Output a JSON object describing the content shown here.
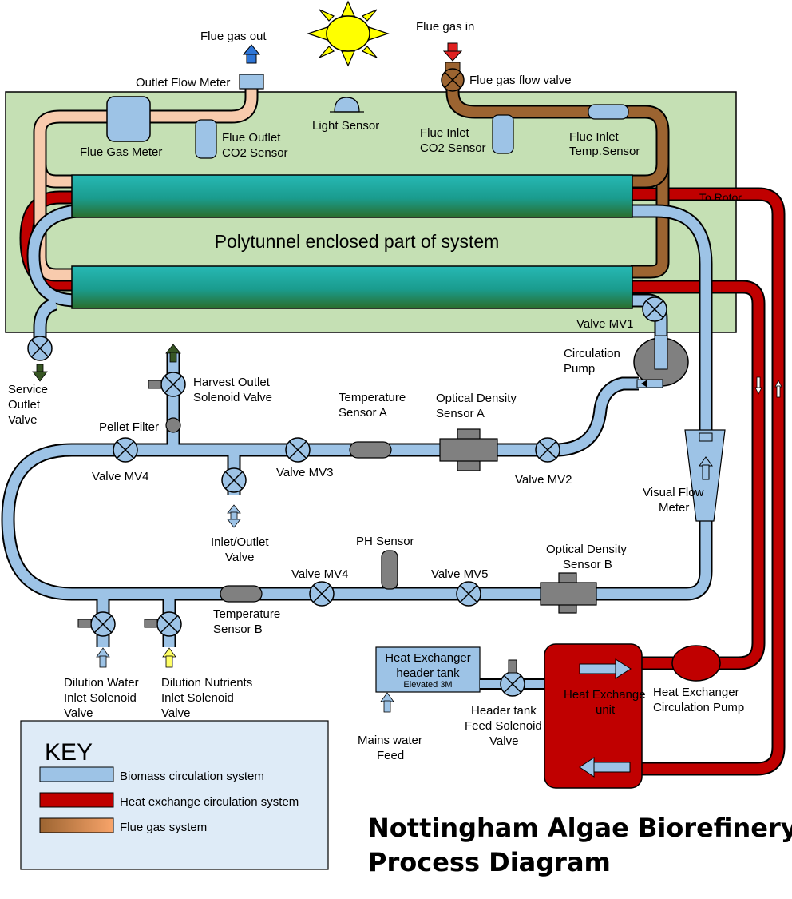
{
  "title": {
    "line1": "Nottingham Algae Biorefinery",
    "line2": "Process Diagram"
  },
  "polytunnel": {
    "label": "Polytunnel enclosed part of system"
  },
  "flue": {
    "gas_out": "Flue gas out",
    "gas_in": "Flue gas in",
    "flow_valve": "Flue gas flow valve",
    "outlet_flow_meter": "Outlet Flow Meter",
    "gas_meter": "Flue Gas Meter",
    "outlet_co2": [
      "Flue Outlet",
      "CO2 Sensor"
    ],
    "inlet_co2": [
      "Flue Inlet",
      "CO2 Sensor"
    ],
    "inlet_temp": [
      "Flue Inlet",
      "Temp.Sensor"
    ],
    "light_sensor": "Light Sensor",
    "to_rotor": "To Rotor"
  },
  "biomass": {
    "valve_mv1": "Valve MV1",
    "circulation_pump": [
      "Circulation",
      "Pump"
    ],
    "service_outlet": [
      "Service",
      "Outlet",
      "Valve"
    ],
    "harvest_outlet": [
      "Harvest Outlet",
      "Solenoid Valve"
    ],
    "pellet_filter": "Pellet Filter",
    "temp_sensor_a": [
      "Temperature",
      "Sensor A"
    ],
    "od_sensor_a": [
      "Optical Density",
      "Sensor A"
    ],
    "valve_mv4_top": "Valve MV4",
    "valve_mv3": "Valve MV3",
    "valve_mv2": "Valve MV2",
    "inlet_outlet_valve": [
      "Inlet/Outlet",
      "Valve"
    ],
    "visual_flow_meter": [
      "Visual Flow",
      "Meter"
    ],
    "ph_sensor": "PH Sensor",
    "valve_mv4_bottom": "Valve MV4",
    "valve_mv5": "Valve MV5",
    "od_sensor_b": [
      "Optical Density",
      "Sensor B"
    ],
    "temp_sensor_b": [
      "Temperature",
      "Sensor B"
    ],
    "dilution_water": [
      "Dilution Water",
      "Inlet Solenoid",
      "Valve"
    ],
    "dilution_nutrients": [
      "Dilution Nutrients",
      "Inlet Solenoid",
      "Valve"
    ]
  },
  "heat": {
    "header_tank": [
      "Heat Exchanger",
      "header tank"
    ],
    "header_tank_note": "Elevated 3M",
    "mains_water": [
      "Mains water",
      "Feed"
    ],
    "header_feed_valve": [
      "Header tank",
      "Feed Solenoid",
      "Valve"
    ],
    "exchange_unit": [
      "Heat Exchange",
      "unit"
    ],
    "circ_pump": [
      "Heat Exchanger",
      "Circulation Pump"
    ]
  },
  "key": {
    "heading": "KEY",
    "items": [
      {
        "label": "Biomass circulation system",
        "color": "#9DC3E6"
      },
      {
        "label": "Heat exchange circulation system",
        "color": "#C00000"
      },
      {
        "label": "Flue gas system",
        "color": "#F4B183"
      }
    ]
  },
  "colors": {
    "biomass": "#9DC3E6",
    "heat": "#C00000",
    "flue_light": "#F8CBAD",
    "flue_dark": "#9C6431",
    "polytunnel": "#C5E0B4",
    "sun": "#FFFF00"
  }
}
